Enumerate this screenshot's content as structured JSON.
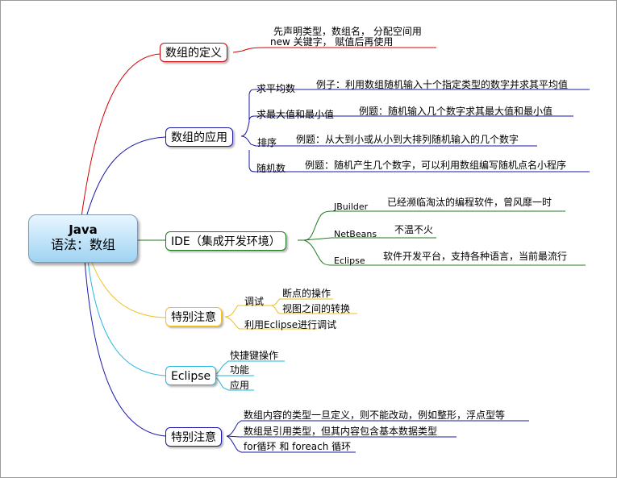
{
  "root": {
    "line1": "Java",
    "line2": "语法：数组"
  },
  "b1": {
    "title": "数组的定义",
    "detail_1": "先声明类型，数组名， 分配空间用",
    "detail_2": "new 关键字， 赋值后再使用"
  },
  "b2": {
    "title": "数组的应用",
    "items": [
      {
        "label": "求平均数",
        "detail": "例子：利用数组随机输入十个指定类型的数字并求其平均值"
      },
      {
        "label": "求最大值和最小值",
        "detail": "例题：随机输入几个数字求其最大值和最小值"
      },
      {
        "label": "排序",
        "detail": "例题：从大到小或从小到大排列随机输入的几个数字"
      },
      {
        "label": "随机数",
        "detail": "例题：随机产生几个数字，可以利用数组编写随机点名小程序"
      }
    ]
  },
  "b3": {
    "title": "IDE（集成开发环境）",
    "items": [
      {
        "label": "JBuilder",
        "detail": "已经濒临淘汰的编程软件，曾风靡一时"
      },
      {
        "label": "NetBeans",
        "detail": "不温不火"
      },
      {
        "label": "Eclipse",
        "detail": "软件开发平台，支持各种语言，当前最流行"
      }
    ]
  },
  "b4": {
    "title": "特别注意",
    "debug": "调试",
    "debug_items": [
      "断点的操作",
      "视图之间的转换"
    ],
    "eclipse_debug": "利用Eclipse进行调试"
  },
  "b5": {
    "title": "Eclipse",
    "items": [
      "快捷键操作",
      "功能",
      "应用"
    ]
  },
  "b6": {
    "title": "特别注意",
    "items": [
      "数组内容的类型一旦定义，则不能改动，例如整形，浮点型等",
      "数组是引用类型，但其内容包含基本数据类型",
      "for循环 和  foreach  循环"
    ]
  },
  "colors": {
    "definition": "#cc0000",
    "application": "#1a1aa6",
    "ide": "#1e7a1e",
    "note": "#f0c020",
    "eclipse": "#22b5e0",
    "note2": "#1a1aa6"
  }
}
